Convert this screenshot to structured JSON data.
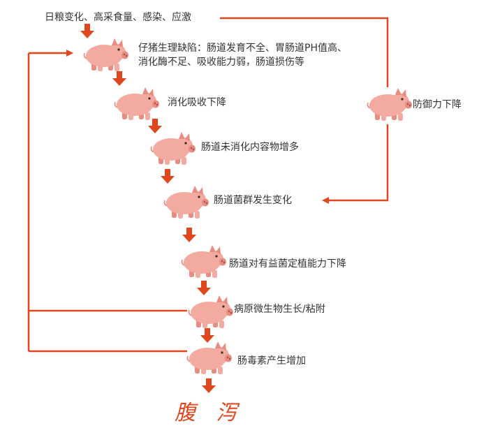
{
  "colors": {
    "arrow": "#e0471c",
    "pig_body": "#f3aaa0",
    "pig_shade": "#e88b80",
    "text": "#333333"
  },
  "icons": {
    "stage": "pig-icon",
    "step_arrow": "down-arrow-icon"
  },
  "nodes": {
    "cause": "日粮变化、高采食量、感染、应激",
    "n1_line1": "仔猪生理缺陷：肠道发育不全、胃肠道PH值高、",
    "n1_line2": "消化酶不足、吸收能力弱，肠道损伤等",
    "n2": "消化吸收下降",
    "n3": "肠道未消化内容物增多",
    "n4": "肠道菌群发生变化",
    "n5": "肠道对有益菌定植能力下降",
    "n6": "病原微生物生长/粘附",
    "n7": "肠毒素产生增加",
    "side": "防御力下降",
    "result": "腹 泻"
  }
}
